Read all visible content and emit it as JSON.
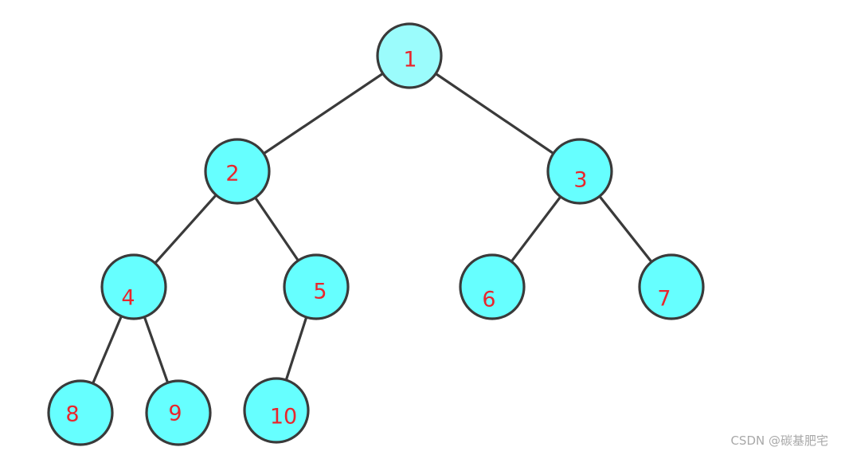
{
  "diagram": {
    "type": "binary-tree",
    "colors": {
      "root_fill": "#9bfcfc",
      "node_fill": "#66ffff",
      "stroke": "#3a3a3a",
      "label": "#e8262d"
    },
    "nodes": [
      {
        "id": "n1",
        "label": "1",
        "parent": null
      },
      {
        "id": "n2",
        "label": "2",
        "parent": "n1"
      },
      {
        "id": "n3",
        "label": "3",
        "parent": "n1"
      },
      {
        "id": "n4",
        "label": "4",
        "parent": "n2"
      },
      {
        "id": "n5",
        "label": "5",
        "parent": "n2"
      },
      {
        "id": "n6",
        "label": "6",
        "parent": "n3"
      },
      {
        "id": "n7",
        "label": "7",
        "parent": "n3"
      },
      {
        "id": "n8",
        "label": "8",
        "parent": "n4"
      },
      {
        "id": "n9",
        "label": "9",
        "parent": "n4"
      },
      {
        "id": "n10",
        "label": "10",
        "parent": "n5"
      }
    ],
    "edges": [
      {
        "from": "n1",
        "to": "n2"
      },
      {
        "from": "n1",
        "to": "n3"
      },
      {
        "from": "n2",
        "to": "n4"
      },
      {
        "from": "n2",
        "to": "n5"
      },
      {
        "from": "n3",
        "to": "n6"
      },
      {
        "from": "n3",
        "to": "n7"
      },
      {
        "from": "n4",
        "to": "n8"
      },
      {
        "from": "n4",
        "to": "n9"
      },
      {
        "from": "n5",
        "to": "n10"
      }
    ]
  },
  "watermark": {
    "text": "CSDN @碳基肥宅"
  }
}
